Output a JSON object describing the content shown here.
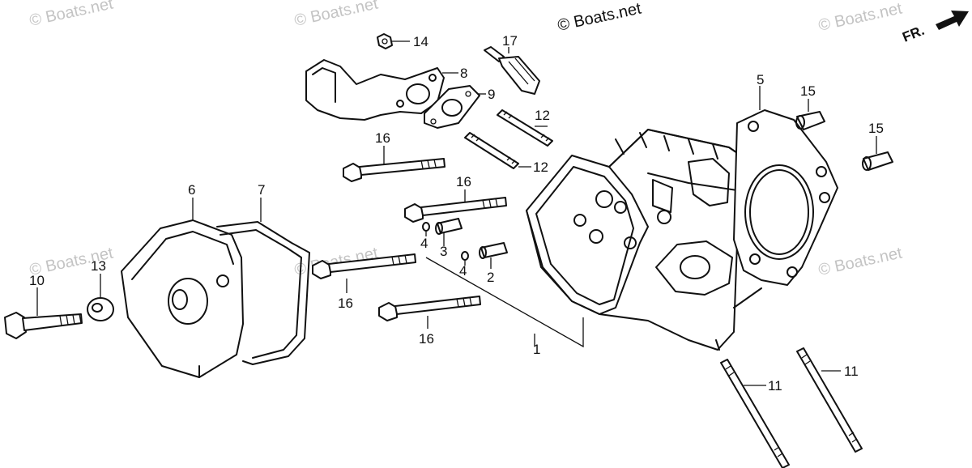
{
  "watermark": "© Boats.net",
  "direction_label": "FR.",
  "callouts": {
    "c1": "1",
    "c2": "2",
    "c3": "3",
    "c4a": "4",
    "c4b": "4",
    "c5": "5",
    "c6": "6",
    "c7": "7",
    "c8": "8",
    "c9": "9",
    "c10": "10",
    "c11a": "11",
    "c11b": "11",
    "c12a": "12",
    "c12b": "12",
    "c13": "13",
    "c14": "14",
    "c15a": "15",
    "c15b": "15",
    "c16a": "16",
    "c16b": "16",
    "c16c": "16",
    "c16d": "16",
    "c17": "17"
  }
}
